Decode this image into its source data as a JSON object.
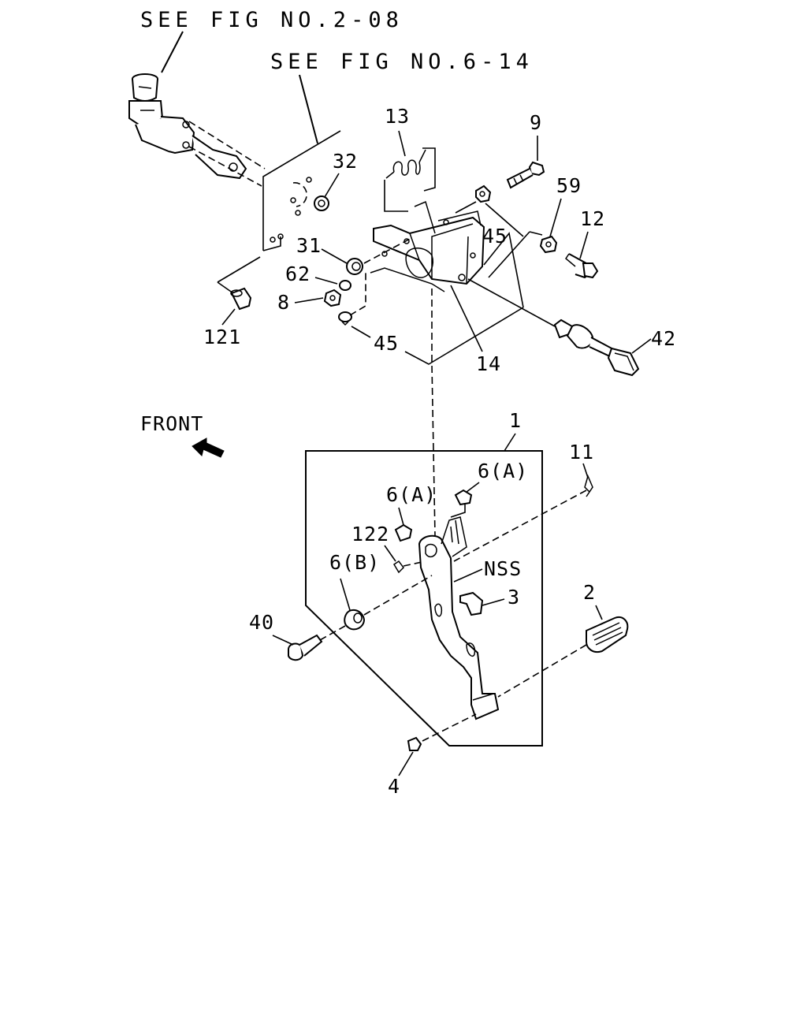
{
  "references": {
    "fig_2_08": "SEE FIG NO.2-08",
    "fig_6_14": "SEE FIG NO.6-14"
  },
  "direction": {
    "label": "FRONT",
    "arrow_icon": "left-arrow-icon"
  },
  "callouts": {
    "c1": "1",
    "c2": "2",
    "c3": "3",
    "c4": "4",
    "c6a_upper": "6(A)",
    "c6a_lower": "6(A)",
    "c6b": "6(B)",
    "c8": "8",
    "c9": "9",
    "c11": "11",
    "c12": "12",
    "c13": "13",
    "c14": "14",
    "c31": "31",
    "c32": "32",
    "c40": "40",
    "c42": "42",
    "c45_upper": "45",
    "c45_lower": "45",
    "c59": "59",
    "c62": "62",
    "c121": "121",
    "c122": "122",
    "nss": "NSS"
  }
}
